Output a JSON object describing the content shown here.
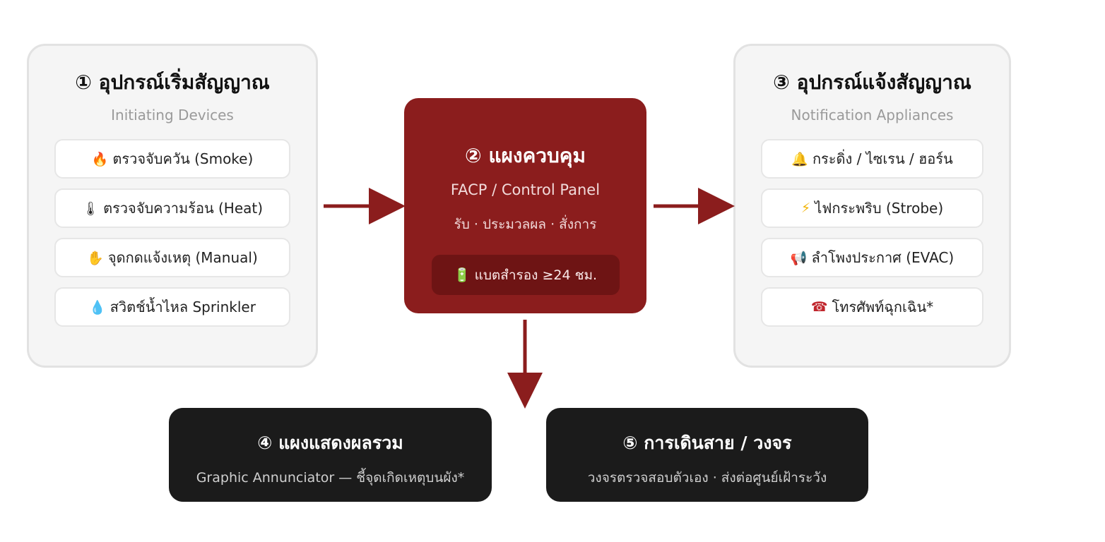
{
  "initiating": {
    "title": "① อุปกรณ์เริ่มสัญญาณ",
    "subtitle": "Initiating Devices",
    "items": [
      {
        "icon": "🔥",
        "icon_name": "fire-icon",
        "label": "ตรวจจับควัน (Smoke)"
      },
      {
        "icon": "🌡",
        "icon_name": "thermometer-icon",
        "label": "ตรวจจับความร้อน (Heat)"
      },
      {
        "icon": "✋",
        "icon_name": "hand-icon",
        "label": "จุดกดแจ้งเหตุ (Manual)"
      },
      {
        "icon": "💧",
        "icon_name": "water-drop-icon",
        "label": "สวิตช์น้ำไหล Sprinkler"
      }
    ]
  },
  "control": {
    "title": "② แผงควบคุม",
    "subtitle": "FACP / Control Panel",
    "functions": "รับ · ประมวลผล · สั่งการ",
    "battery_icon": "🔋",
    "battery_label": "แบตสำรอง ≥24 ชม."
  },
  "notification": {
    "title": "③ อุปกรณ์แจ้งสัญญาณ",
    "subtitle": "Notification Appliances",
    "items": [
      {
        "icon": "🔔",
        "icon_name": "bell-icon",
        "label": "กระดิ่ง / ไซเรน / ฮอร์น"
      },
      {
        "icon": "⚡",
        "icon_name": "lightning-icon",
        "label": "ไฟกระพริบ (Strobe)"
      },
      {
        "icon": "📢",
        "icon_name": "megaphone-icon",
        "label": "ลำโพงประกาศ (EVAC)"
      },
      {
        "icon": "☎",
        "icon_name": "telephone-icon",
        "label": "โทรศัพท์ฉุกเฉิน*"
      }
    ]
  },
  "annunciator": {
    "title": "④ แผงแสดงผลรวม",
    "subtitle": "Graphic Annunciator — ชี้จุดเกิดเหตุบนผัง*"
  },
  "wiring": {
    "title": "⑤ การเดินสาย / วงจร",
    "subtitle": "วงจรตรวจสอบตัวเอง · ส่งต่อศูนย์เฝ้าระวัง"
  },
  "colors": {
    "accent": "#8b1d1d",
    "dark_box": "#1b1b1b",
    "panel_bg": "#f5f5f5"
  }
}
